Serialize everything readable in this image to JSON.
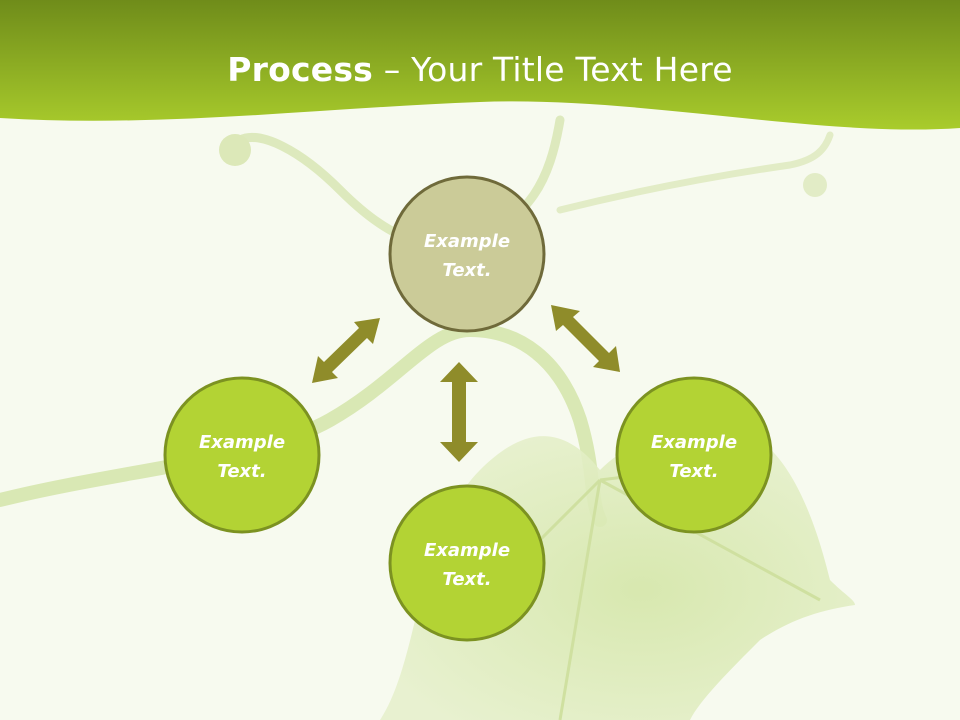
{
  "slide": {
    "title_bold": "Process",
    "title_rest": " – Your Title Text Here"
  },
  "nodes": [
    {
      "id": "top",
      "line1": "Example",
      "line2": "Text."
    },
    {
      "id": "left",
      "line1": "Example",
      "line2": "Text."
    },
    {
      "id": "bottom",
      "line1": "Example",
      "line2": "Text."
    },
    {
      "id": "right",
      "line1": "Example",
      "line2": "Text."
    }
  ],
  "colors": {
    "header_dark": "#6f8c1a",
    "header_light": "#a9cc2c",
    "node_green": "#b3d334",
    "node_green_border": "#7c9221",
    "node_olive": "#cbcb98",
    "node_olive_border": "#6f6a3a",
    "arrow": "#8f8c2a",
    "background": "#f7faef"
  }
}
